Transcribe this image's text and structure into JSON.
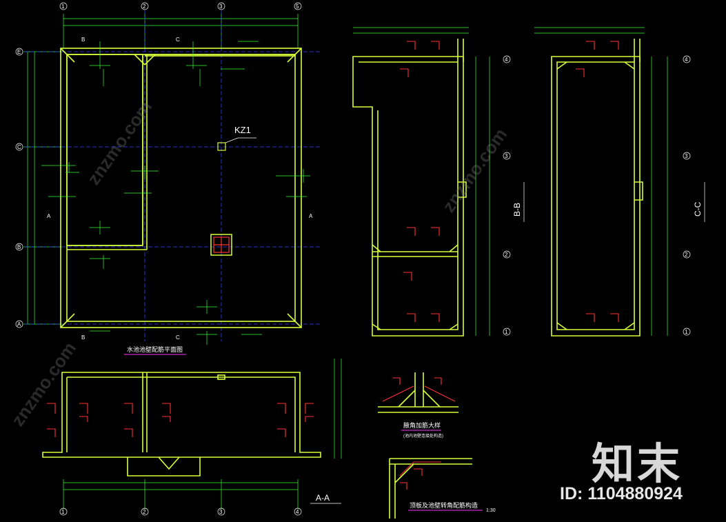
{
  "plan": {
    "grid_cols": [
      "1",
      "2",
      "3",
      "5"
    ],
    "grid_rows": [
      "E",
      "C",
      "B",
      "A"
    ],
    "column_label": "KZ1",
    "title": "水池池壁配筋平面图",
    "section_marks": [
      "B",
      "C",
      "A",
      "A",
      "B",
      "C"
    ]
  },
  "section_aa": {
    "label": "A-A",
    "grid_cols": [
      "1",
      "2",
      "3",
      "4"
    ]
  },
  "section_bb": {
    "label": "B-B",
    "grid_rows": [
      "4",
      "3",
      "2",
      "1"
    ]
  },
  "section_cc": {
    "label": "C-C",
    "grid_rows": [
      "4",
      "3",
      "2",
      "1"
    ]
  },
  "detail_1": {
    "title": "腋角加筋大样",
    "subtitle": "(池内池壁连接处构造)"
  },
  "detail_2": {
    "title": "顶板及池壁转角配筋构造",
    "scale": "1:30"
  },
  "watermark": {
    "logo": "知末",
    "id_text": "ID: 1104880924",
    "site": "znzmo.com"
  },
  "colors": {
    "wall": "#d7ff3c",
    "dim": "#33ff33",
    "rebar": "#ff3333",
    "grid": "#3344ff",
    "text": "#ffffff"
  }
}
